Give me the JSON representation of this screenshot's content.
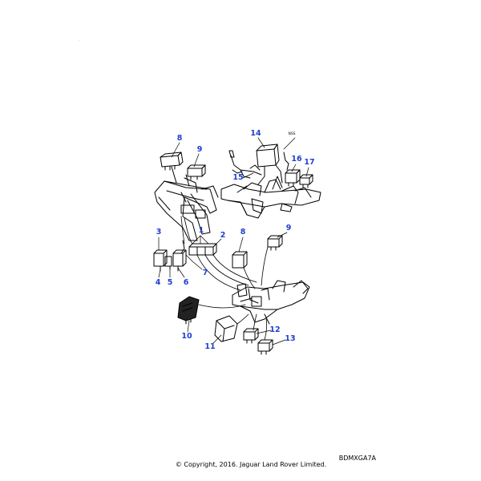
{
  "callout_color": "#1f3fd0",
  "line_color": "#000000",
  "callouts": [
    {
      "label": "8"
    },
    {
      "label": "9"
    },
    {
      "label": "14"
    },
    {
      "label": "16"
    },
    {
      "label": "17"
    },
    {
      "label": "15"
    },
    {
      "label": "3"
    },
    {
      "label": "1"
    },
    {
      "label": "2"
    },
    {
      "label": "4"
    },
    {
      "label": "5"
    },
    {
      "label": "6"
    },
    {
      "label": "7"
    },
    {
      "label": "8"
    },
    {
      "label": "9"
    },
    {
      "label": "10"
    },
    {
      "label": "11"
    },
    {
      "label": "12"
    },
    {
      "label": "13"
    }
  ],
  "small_marking": "NSS",
  "drawing_reference": "BDMXGA7A",
  "copyright": "© Copyright, 2016. Jaguar Land Rover Limited.",
  "corner_mark": "."
}
